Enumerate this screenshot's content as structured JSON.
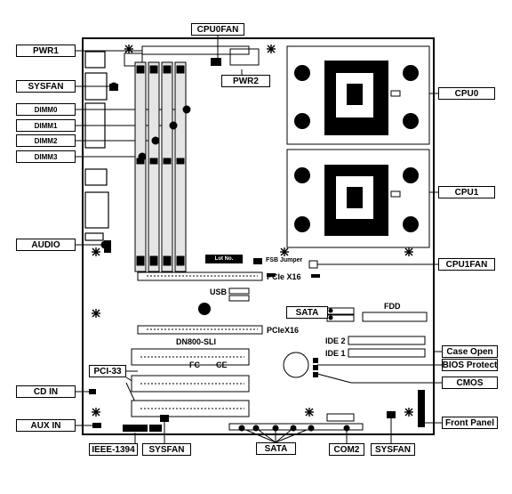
{
  "callouts": {
    "pwr1": "PWR1",
    "cpu0fan": "CPU0FAN",
    "pwr2": "PWR2",
    "sysfan_left": "SYSFAN",
    "dimm0": "DIMM0",
    "dimm1": "DIMM1",
    "dimm2": "DIMM2",
    "dimm3": "DIMM3",
    "audio": "AUDIO",
    "cpu0": "CPU0",
    "cpu1": "CPU1",
    "cpu1fan": "CPU1FAN",
    "sata_mid": "SATA",
    "pci33": "PCI-33",
    "cd_in": "CD IN",
    "aux_in": "AUX IN",
    "ieee1394": "IEEE-1394",
    "sysfan_bottom": "SYSFAN",
    "sata_bottom": "SATA",
    "com2": "COM2",
    "sysfan_right": "SYSFAN",
    "front_panel": "Front Panel",
    "case_open": "Case Open",
    "bios_protect": "BIOS Protect",
    "cmos": "CMOS"
  },
  "board_text": {
    "fsb_jumper": "FSB Jumper",
    "pcie_x16_top": "PCIe X16",
    "usb": "USB",
    "fdd": "FDD",
    "pcie_x16_bottom": "PCIeX16",
    "dn800": "DN800-SLI",
    "ide2": "IDE 2",
    "ide1": "IDE 1",
    "fc_mark": "FC",
    "ce_mark": "CE",
    "lot_no": "Lot No."
  }
}
